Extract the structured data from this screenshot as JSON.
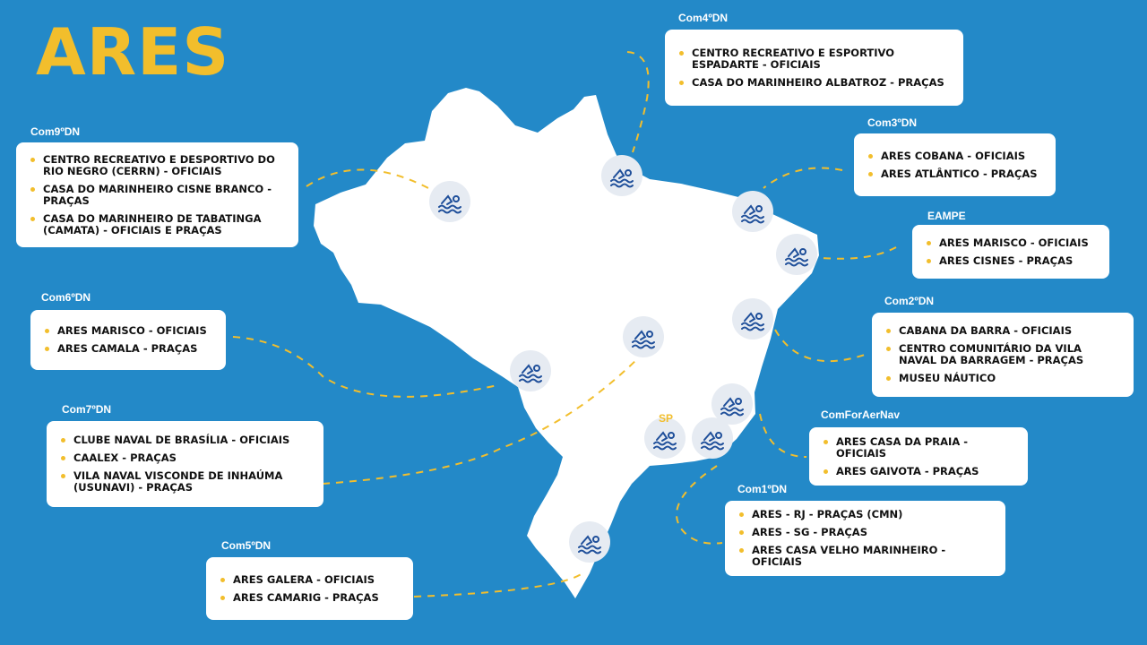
{
  "title": "ARES",
  "colors": {
    "background": "#2389c8",
    "accent": "#f2be2c",
    "land": "#ffffff",
    "marker_fill": "#e6ebf2",
    "icon": "#1f4f9a"
  },
  "marker_icon": "swimmer-icon",
  "sp_label": "SP",
  "districts": [
    {
      "id": "com4dn",
      "name": "Com4ºDN",
      "items": [
        "CENTRO RECREATIVO E ESPORTIVO ESPADARTE - OFICIAIS",
        "CASA DO MARINHEIRO ALBATROZ - PRAÇAS"
      ]
    },
    {
      "id": "com9dn",
      "name": "Com9ºDN",
      "items": [
        "CENTRO RECREATIVO E DESPORTIVO DO RIO NEGRO (CERRN) - OFICIAIS",
        "CASA DO MARINHEIRO CISNE BRANCO - PRAÇAS",
        "CASA DO MARINHEIRO DE TABATINGA (CAMATA) - OFICIAIS E PRAÇAS"
      ]
    },
    {
      "id": "com3dn",
      "name": "Com3ºDN",
      "items": [
        "ARES COBANA - OFICIAIS",
        "ARES ATLÂNTICO - PRAÇAS"
      ]
    },
    {
      "id": "eampe",
      "name": "EAMPE",
      "items": [
        "ARES MARISCO - OFICIAIS",
        "ARES CISNES - PRAÇAS"
      ]
    },
    {
      "id": "com6dn",
      "name": "Com6ºDN",
      "items": [
        "ARES MARISCO - OFICIAIS",
        "ARES CAMALA - PRAÇAS"
      ]
    },
    {
      "id": "com2dn",
      "name": "Com2ºDN",
      "items": [
        "CABANA DA BARRA - OFICIAIS",
        "CENTRO COMUNITÁRIO DA VILA NAVAL DA BARRAGEM - PRAÇAS",
        "MUSEU NÁUTICO"
      ]
    },
    {
      "id": "com7dn",
      "name": "Com7ºDN",
      "items": [
        "CLUBE NAVAL DE BRASÍLIA - OFICIAIS",
        "CAALEX - PRAÇAS",
        "VILA NAVAL VISCONDE DE INHAÚMA (USUNAVI) - PRAÇAS"
      ]
    },
    {
      "id": "comforaernav",
      "name": "ComForAerNav",
      "items": [
        "ARES CASA DA PRAIA - OFICIAIS",
        "ARES GAIVOTA - PRAÇAS"
      ]
    },
    {
      "id": "com1dn",
      "name": "Com1ºDN",
      "items": [
        "ARES - RJ - PRAÇAS (CMN)",
        "ARES - SG - PRAÇAS",
        "ARES CASA VELHO MARINHEIRO - OFICIAIS"
      ]
    },
    {
      "id": "com5dn",
      "name": "Com5ºDN",
      "items": [
        "ARES GALERA - OFICIAIS",
        "ARES CAMARIG - PRAÇAS"
      ]
    }
  ]
}
